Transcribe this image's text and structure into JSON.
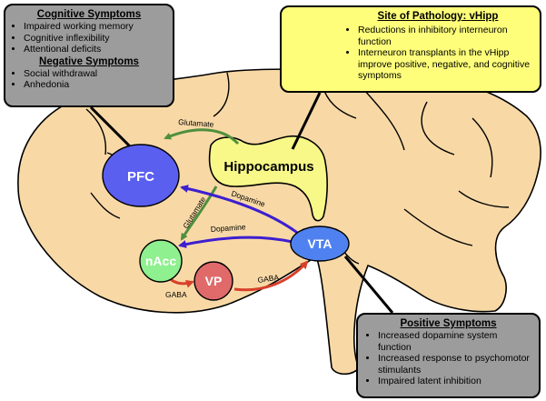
{
  "cognitive": {
    "title": "Cognitive Symptoms",
    "items": [
      "Impaired working memory",
      "Cognitive inflexibility",
      "Attentional deficits"
    ]
  },
  "negative": {
    "title": "Negative Symptoms",
    "items": [
      "Social withdrawal",
      "Anhedonia"
    ]
  },
  "pathology": {
    "title": "Site of Pathology: vHipp",
    "items": [
      "Reductions in inhibitory interneuron function",
      "Interneuron transplants in the vHipp improve positive, negative, and cognitive symptoms"
    ]
  },
  "positive": {
    "title": "Positive Symptoms",
    "items": [
      "Increased dopamine system function",
      "Increased response to psychomotor stimulants",
      "Impaired latent inhibition"
    ]
  },
  "regions": {
    "pfc": "PFC",
    "hippocampus": "Hippocampus",
    "nacc": "nAcc",
    "vp": "VP",
    "vta": "VTA"
  },
  "pathways": {
    "hipp_pfc": "Glutamate",
    "hipp_nacc": "Glutamate",
    "vta_pfc": "Dopamine",
    "vta_nacc": "Dopamine",
    "nacc_vp": "GABA",
    "vp_vta": "GABA"
  },
  "colors": {
    "brain_fill": "#f8d9a6",
    "pfc": "#5b5ff0",
    "nacc": "#8ef08e",
    "vp": "#e06a6a",
    "vta": "#4f82f0",
    "hippocampus": "#f8f888",
    "glutamate_arrow": "#4f8f3f",
    "dopamine_arrow": "#3d1fd0",
    "gaba_arrow": "#d8402a",
    "symptom_box": "#9c9c9c",
    "pathology_box": "#fefe7a"
  }
}
